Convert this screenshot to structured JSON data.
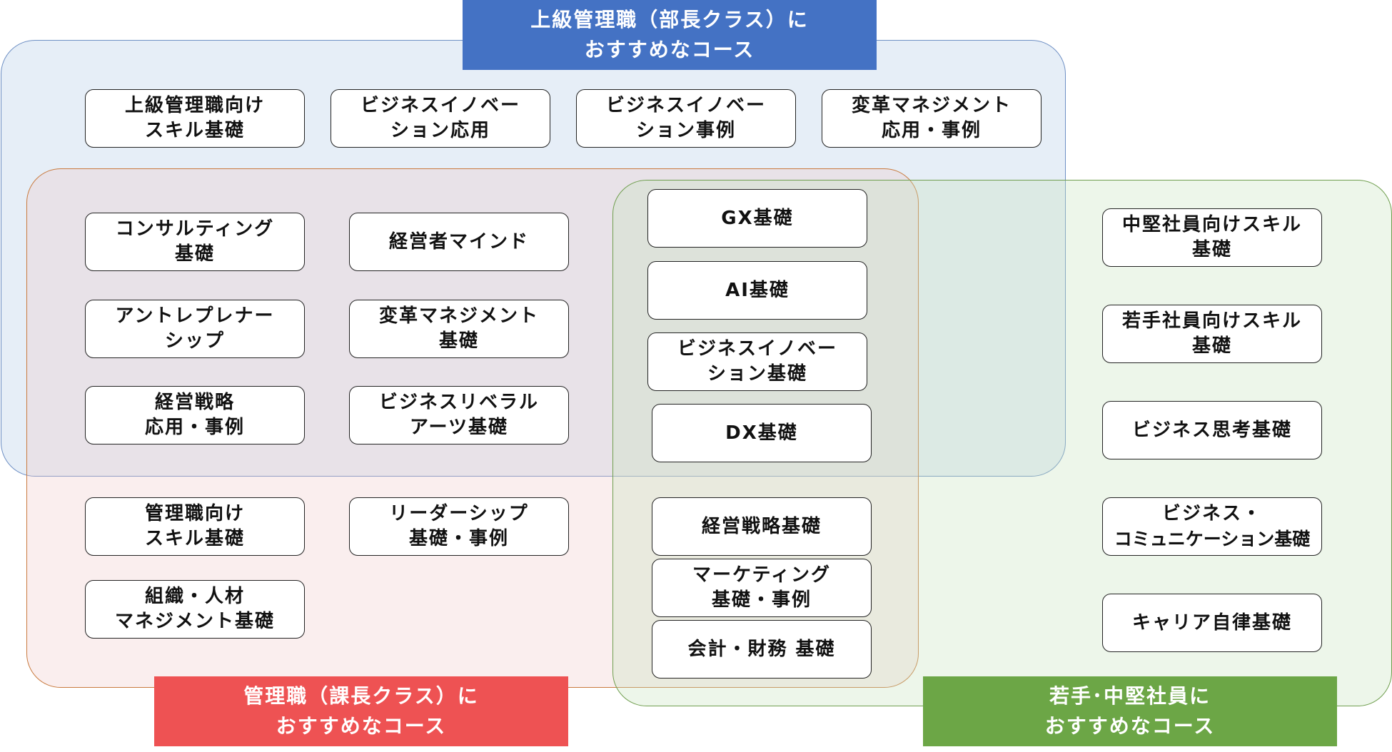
{
  "banners": {
    "senior": [
      "上級管理職（部長クラス）に",
      "おすすめなコース"
    ],
    "manager": [
      "管理職（課長クラス）に",
      "おすすめなコース"
    ],
    "young": [
      "若手･中堅社員に",
      "おすすめなコース"
    ]
  },
  "courses": {
    "senior_skill": [
      "上級管理職向け",
      "スキル基礎"
    ],
    "biz_innovation_applied": [
      "ビジネスイノベー",
      "ション応用"
    ],
    "biz_innovation_cases": [
      "ビジネスイノベー",
      "ション事例"
    ],
    "change_mgmt_applied": [
      "変革マネジメント",
      "応用・事例"
    ],
    "consulting": [
      "コンサルティング",
      "基礎"
    ],
    "executive_mind": [
      "経営者マインド"
    ],
    "entrepreneurship": [
      "アントレプレナー",
      "シップ"
    ],
    "change_mgmt_basic": [
      "変革マネジメント",
      "基礎"
    ],
    "strategy_applied": [
      "経営戦略",
      "応用・事例"
    ],
    "liberal_arts": [
      "ビジネスリベラル",
      "アーツ基礎"
    ],
    "gx": [
      "GX基礎"
    ],
    "ai": [
      "AI基礎"
    ],
    "biz_innovation_basic": [
      "ビジネスイノベー",
      "ション基礎"
    ],
    "dx": [
      "DX基礎"
    ],
    "manager_skill": [
      "管理職向け",
      "スキル基礎"
    ],
    "leadership": [
      "リーダーシップ",
      "基礎・事例"
    ],
    "org_hr": [
      "組織・人材",
      "マネジメント基礎"
    ],
    "strategy_basic": [
      "経営戦略基礎"
    ],
    "marketing": [
      "マーケティング",
      "基礎・事例"
    ],
    "accounting": [
      "会計・財務 基礎"
    ],
    "mid_skill": [
      "中堅社員向けスキル",
      "基礎"
    ],
    "young_skill": [
      "若手社員向けスキル",
      "基礎"
    ],
    "biz_thinking": [
      "ビジネス思考基礎"
    ],
    "biz_communication": [
      "ビジネス・",
      "コミュニケーション基礎"
    ],
    "career": [
      "キャリア自律基礎"
    ]
  }
}
